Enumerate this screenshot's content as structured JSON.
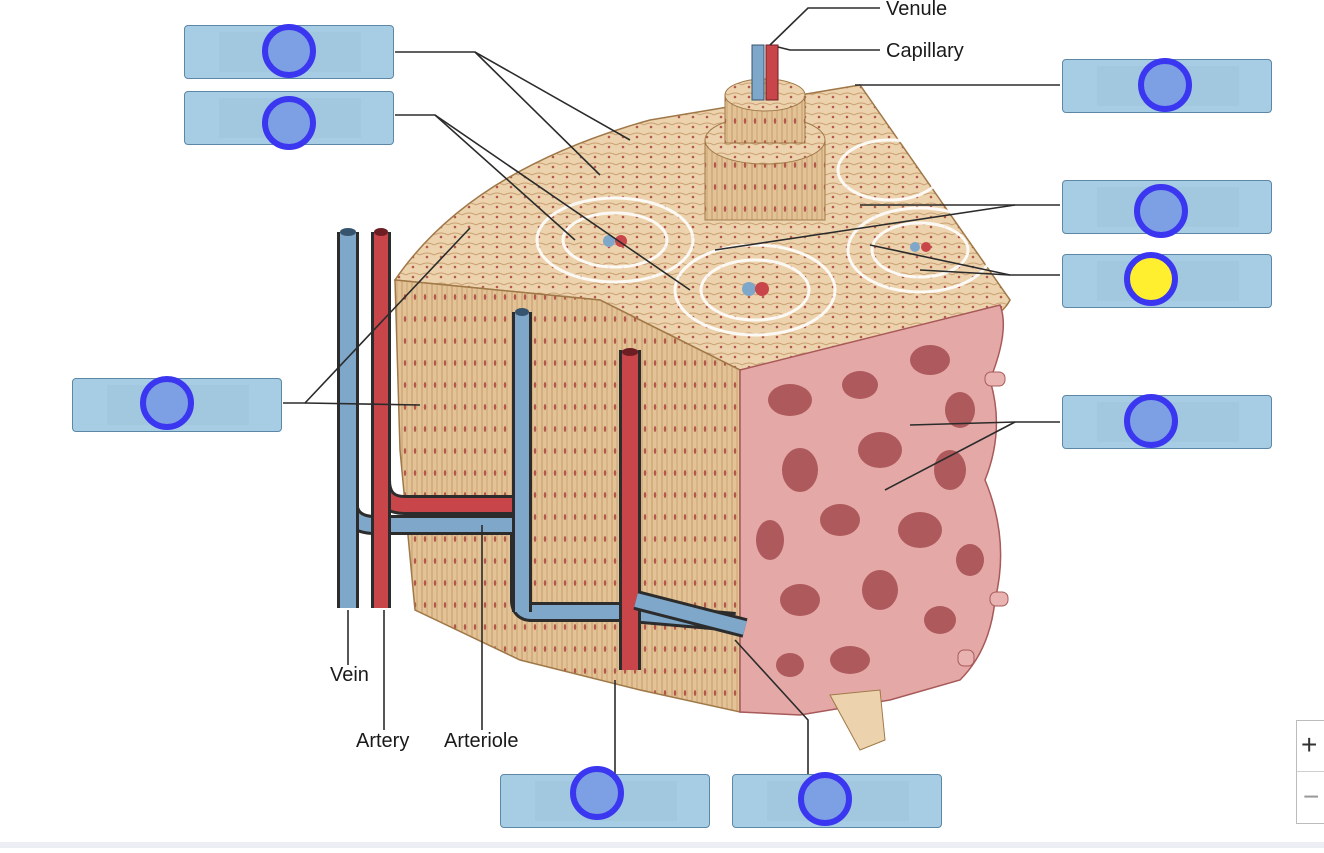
{
  "labels": {
    "venule": "Venule",
    "capillary": "Capillary",
    "vein": "Vein",
    "artery": "Artery",
    "arteriole": "Arteriole"
  },
  "drop_targets": [
    {
      "id": "target-1",
      "value": ""
    },
    {
      "id": "target-2",
      "value": ""
    },
    {
      "id": "target-3",
      "value": ""
    },
    {
      "id": "target-4",
      "value": ""
    },
    {
      "id": "target-5",
      "value": ""
    },
    {
      "id": "target-6",
      "value": ""
    },
    {
      "id": "target-7",
      "value": ""
    },
    {
      "id": "target-8",
      "value": ""
    },
    {
      "id": "target-9",
      "value": ""
    }
  ],
  "zoom": {
    "plus": "+",
    "minus": "−"
  },
  "colors": {
    "box_fill": "#a6cde3",
    "hotspot_ring": "#3b36f0",
    "hotspot_fill": "#7d9fe3",
    "hotspot_active": "#ffef2e",
    "bone": "#e9cfa6",
    "artery": "#c8454a",
    "vein": "#7fa7c9",
    "spongy": "#d99a9a"
  }
}
